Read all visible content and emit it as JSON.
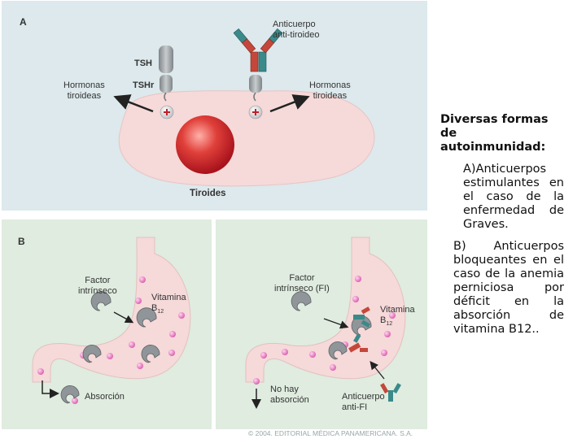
{
  "panel_a": {
    "letter": "A",
    "tsh": "TSH",
    "tshr": "TSHr",
    "antibody": "Anticuerpo\nanti-tiroideo",
    "hormones_left": "Hormonas\ntiroideas",
    "hormones_right": "Hormonas\ntiroideas",
    "cell_label": "Tiroides"
  },
  "panel_b": {
    "letter": "B",
    "left": {
      "factor": "Factor\nintrínseco",
      "vitamin": "Vitamina",
      "vitamin_sub": "B",
      "vitamin_sub_index": "12",
      "absorption": "Absorción"
    },
    "right": {
      "factor": "Factor\nintrínseco (FI)",
      "vitamin": "Vitamina",
      "vitamin_sub": "B",
      "vitamin_sub_index": "12",
      "no_absorption": "No hay\nabsorción",
      "antibody": "Anticuerpo\nanti-FI"
    }
  },
  "copyright": "© 2004. EDITORIAL MÉDICA PANAMERICANA. S.A.",
  "caption": {
    "title": "Diversas formas de autoinmunidad:",
    "item_a": "A)Anticuerpos estimulantes en el caso de la enfermedad de Graves.",
    "item_b": "B) Anticuerpos bloqueantes en el caso de la anemia perniciosa por déficit en la absorción de vitamina B12.."
  },
  "colors": {
    "panel_a_bg": "#dde9ec",
    "panel_b_bg": "#dfecdf",
    "cell": "#f6d9d9",
    "nucleus": "#d8232a",
    "receptor": "#9aa0a4",
    "antibody_teal": "#3a8a8a",
    "antibody_red": "#c5473a",
    "vitamin_dot": "#e07bbf"
  }
}
